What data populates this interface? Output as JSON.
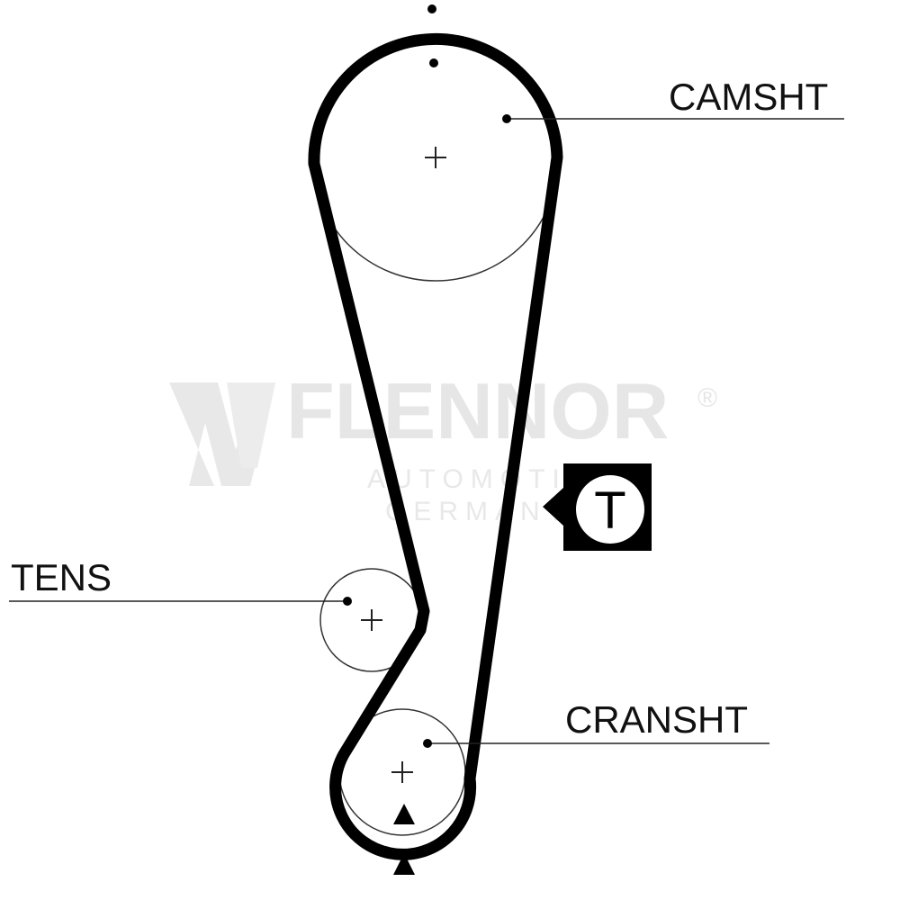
{
  "watermark": {
    "brand": "FLENNOR",
    "registered": "®",
    "line1": "AUTOMOTIVE",
    "line2": "GERMANY"
  },
  "labels": {
    "camshaft": "CAMSHT",
    "tensioner": "TENS",
    "crankshaft": "CRANSHT"
  },
  "tensioner_badge": {
    "letter": "T"
  },
  "colors": {
    "belt": "#000000",
    "pulley_outline": "#333333",
    "watermark": "#e6e6e6"
  }
}
